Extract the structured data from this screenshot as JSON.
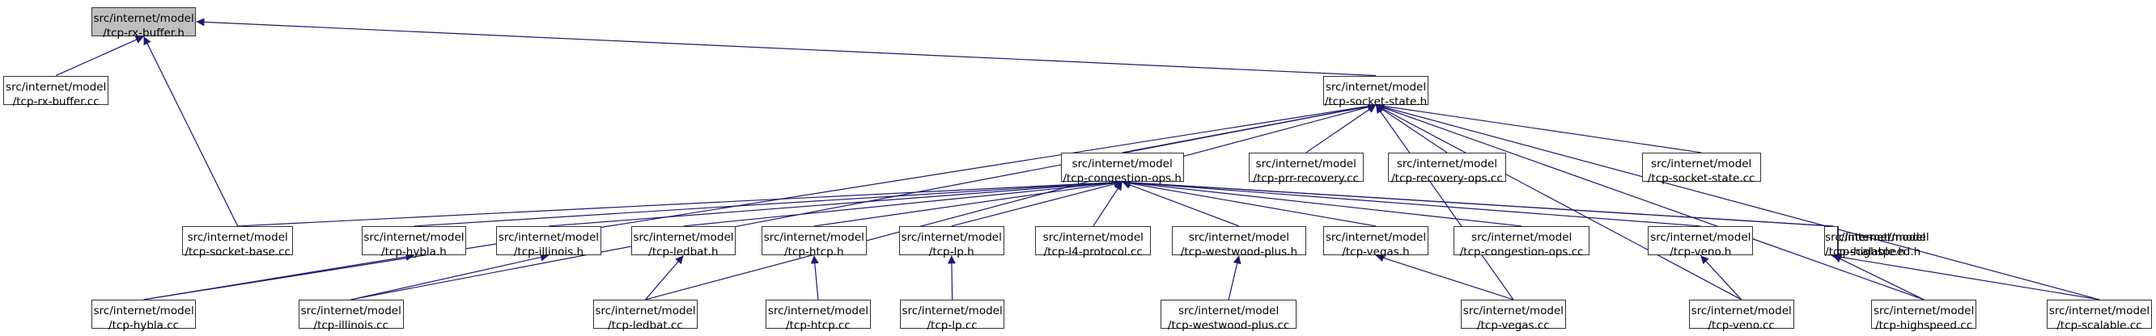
{
  "graph": {
    "nodes": [
      {
        "id": "rx_h",
        "line1": "src/internet/model",
        "line2": "/tcp-rx-buffer.h",
        "root": true
      },
      {
        "id": "rx_cc",
        "line1": "src/internet/model",
        "line2": "/tcp-rx-buffer.cc"
      },
      {
        "id": "ss_h",
        "line1": "src/internet/model",
        "line2": "/tcp-socket-state.h"
      },
      {
        "id": "co_h",
        "line1": "src/internet/model",
        "line2": "/tcp-congestion-ops.h"
      },
      {
        "id": "prr_cc",
        "line1": "src/internet/model",
        "line2": "/tcp-prr-recovery.cc"
      },
      {
        "id": "rec_cc",
        "line1": "src/internet/model",
        "line2": "/tcp-recovery-ops.cc"
      },
      {
        "id": "ss_cc",
        "line1": "src/internet/model",
        "line2": "/tcp-socket-state.cc"
      },
      {
        "id": "sb_cc",
        "line1": "src/internet/model",
        "line2": "/tcp-socket-base.cc"
      },
      {
        "id": "hyb_h",
        "line1": "src/internet/model",
        "line2": "/tcp-hybla.h"
      },
      {
        "id": "ill_h",
        "line1": "src/internet/model",
        "line2": "/tcp-illinois.h"
      },
      {
        "id": "led_h",
        "line1": "src/internet/model",
        "line2": "/tcp-ledbat.h"
      },
      {
        "id": "htcp_h",
        "line1": "src/internet/model",
        "line2": "/tcp-htcp.h"
      },
      {
        "id": "lp_h",
        "line1": "src/internet/model",
        "line2": "/tcp-lp.h"
      },
      {
        "id": "l4_cc",
        "line1": "src/internet/model",
        "line2": "/tcp-l4-protocol.cc"
      },
      {
        "id": "wp_h",
        "line1": "src/internet/model",
        "line2": "/tcp-westwood-plus.h"
      },
      {
        "id": "veg_h",
        "line1": "src/internet/model",
        "line2": "/tcp-vegas.h"
      },
      {
        "id": "co_cc",
        "line1": "src/internet/model",
        "line2": "/tcp-congestion-ops.cc"
      },
      {
        "id": "ven_h",
        "line1": "src/internet/model",
        "line2": "/tcp-veno.h"
      },
      {
        "id": "hs_h",
        "line1": "src/internet/model",
        "line2": "/tcp-highspeed.h"
      },
      {
        "id": "sc_h",
        "line1": "src/internet/model",
        "line2": "/tcp-scalable.h"
      },
      {
        "id": "hyb_cc",
        "line1": "src/internet/model",
        "line2": "/tcp-hybla.cc"
      },
      {
        "id": "ill_cc",
        "line1": "src/internet/model",
        "line2": "/tcp-illinois.cc"
      },
      {
        "id": "led_cc",
        "line1": "src/internet/model",
        "line2": "/tcp-ledbat.cc"
      },
      {
        "id": "htcp_cc",
        "line1": "src/internet/model",
        "line2": "/tcp-htcp.cc"
      },
      {
        "id": "lp_cc",
        "line1": "src/internet/model",
        "line2": "/tcp-lp.cc"
      },
      {
        "id": "wp_cc",
        "line1": "src/internet/model",
        "line2": "/tcp-westwood-plus.cc"
      },
      {
        "id": "veg_cc",
        "line1": "src/internet/model",
        "line2": "/tcp-vegas.cc"
      },
      {
        "id": "ven_cc",
        "line1": "src/internet/model",
        "line2": "/tcp-veno.cc"
      },
      {
        "id": "hs_cc",
        "line1": "src/internet/model",
        "line2": "/tcp-highspeed.cc"
      },
      {
        "id": "sc_cc",
        "line1": "src/internet/model",
        "line2": "/tcp-scalable.cc"
      }
    ],
    "edges": [
      {
        "from": "rx_cc",
        "to": "rx_h"
      },
      {
        "from": "sb_cc",
        "to": "rx_h"
      },
      {
        "from": "ss_h",
        "to": "rx_h"
      },
      {
        "from": "co_h",
        "to": "ss_h"
      },
      {
        "from": "prr_cc",
        "to": "ss_h"
      },
      {
        "from": "rec_cc",
        "to": "ss_h"
      },
      {
        "from": "ss_cc",
        "to": "ss_h"
      },
      {
        "from": "hyb_cc",
        "to": "ss_h"
      },
      {
        "from": "ill_cc",
        "to": "ss_h"
      },
      {
        "from": "led_cc",
        "to": "ss_h"
      },
      {
        "from": "veg_cc",
        "to": "ss_h"
      },
      {
        "from": "ven_cc",
        "to": "ss_h"
      },
      {
        "from": "hs_cc",
        "to": "ss_h"
      },
      {
        "from": "sc_cc",
        "to": "ss_h"
      },
      {
        "from": "sb_cc",
        "to": "co_h"
      },
      {
        "from": "hyb_h",
        "to": "co_h"
      },
      {
        "from": "ill_h",
        "to": "co_h"
      },
      {
        "from": "led_h",
        "to": "co_h"
      },
      {
        "from": "htcp_h",
        "to": "co_h"
      },
      {
        "from": "lp_h",
        "to": "co_h"
      },
      {
        "from": "l4_cc",
        "to": "co_h"
      },
      {
        "from": "wp_h",
        "to": "co_h"
      },
      {
        "from": "veg_h",
        "to": "co_h"
      },
      {
        "from": "co_cc",
        "to": "co_h"
      },
      {
        "from": "ven_h",
        "to": "co_h"
      },
      {
        "from": "hs_h",
        "to": "co_h"
      },
      {
        "from": "sc_h",
        "to": "co_h"
      },
      {
        "from": "hyb_cc",
        "to": "hyb_h"
      },
      {
        "from": "ill_cc",
        "to": "ill_h"
      },
      {
        "from": "led_cc",
        "to": "led_h"
      },
      {
        "from": "htcp_cc",
        "to": "htcp_h"
      },
      {
        "from": "lp_cc",
        "to": "lp_h"
      },
      {
        "from": "wp_cc",
        "to": "wp_h"
      },
      {
        "from": "veg_cc",
        "to": "veg_h"
      },
      {
        "from": "ven_cc",
        "to": "ven_h"
      },
      {
        "from": "hs_cc",
        "to": "hs_h"
      },
      {
        "from": "sc_cc",
        "to": "sc_h"
      }
    ],
    "colors": {
      "edge": "#191970",
      "node_border": "#333333",
      "root_fill": "#bfbfbf",
      "node_fill": "#ffffff"
    }
  }
}
